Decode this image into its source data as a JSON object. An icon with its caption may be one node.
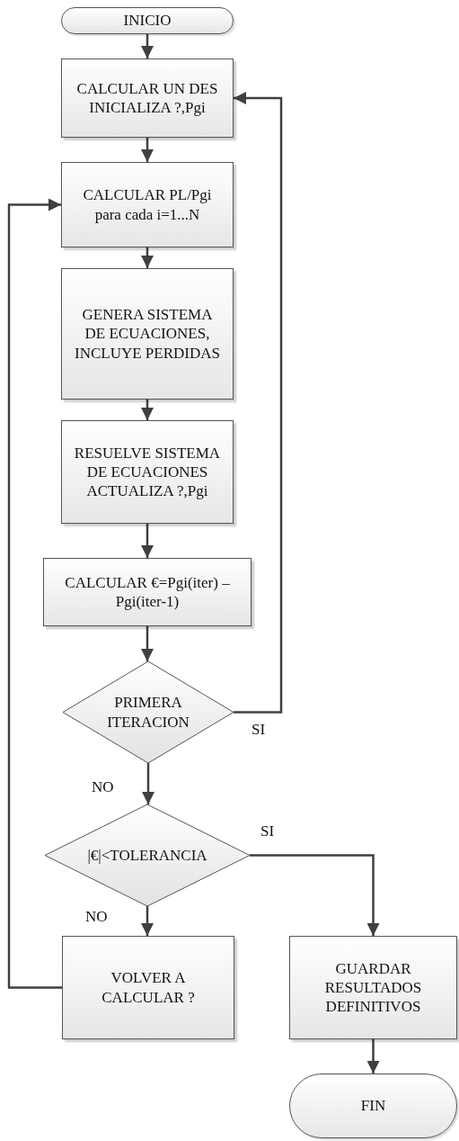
{
  "diagram": {
    "nodes": [
      {
        "text": [
          "INICIO"
        ]
      },
      {
        "text": [
          "CALCULAR UN DES INICIALIZA ?,Pgi"
        ]
      },
      {
        "text": [
          "CALCULAR PL/Pgi para cada i=1...N"
        ]
      },
      {
        "text": [
          "GENERA SISTEMA DE ECUACIONES, INCLUYE PERDIDAS"
        ]
      },
      {
        "text": [
          "RESUELVE SISTEMA DE ECUACIONES ACTUALIZA ?,Pgi"
        ]
      },
      {
        "text": [
          "CALCULAR €=Pgi(iter) – Pgi(iter-1)"
        ]
      },
      {
        "text": [
          "PRIMERA ITERACION"
        ]
      },
      {
        "text": [
          "|€|<TOLERANCIA"
        ]
      },
      {
        "text": [
          "VOLVER A CALCULAR ?"
        ]
      },
      {
        "text": [
          "GUARDAR RESULTADOS DEFINITIVOS"
        ]
      },
      {
        "text": [
          "FIN"
        ]
      }
    ],
    "edges": [
      {
        "from": 0,
        "to": 1,
        "arrow": "to"
      },
      {
        "from": 1,
        "to": 2,
        "arrow": "to"
      },
      {
        "from": 2,
        "to": 3,
        "arrow": "to"
      },
      {
        "from": 3,
        "to": 4,
        "arrow": "to"
      },
      {
        "from": 4,
        "to": 5,
        "arrow": "to"
      },
      {
        "from": 5,
        "to": 6,
        "arrow": "to"
      },
      {
        "from": 6,
        "to": 1,
        "arrow": "to",
        "label": "SI"
      },
      {
        "from": 6,
        "to": 7,
        "arrow": "to",
        "label": "NO"
      },
      {
        "from": 7,
        "to": 9,
        "arrow": "to",
        "label": "SI"
      },
      {
        "from": 7,
        "to": 8,
        "arrow": "to",
        "label": "NO"
      },
      {
        "from": 8,
        "to": 2,
        "arrow": "to"
      },
      {
        "from": 9,
        "to": 10,
        "arrow": "to"
      }
    ]
  }
}
